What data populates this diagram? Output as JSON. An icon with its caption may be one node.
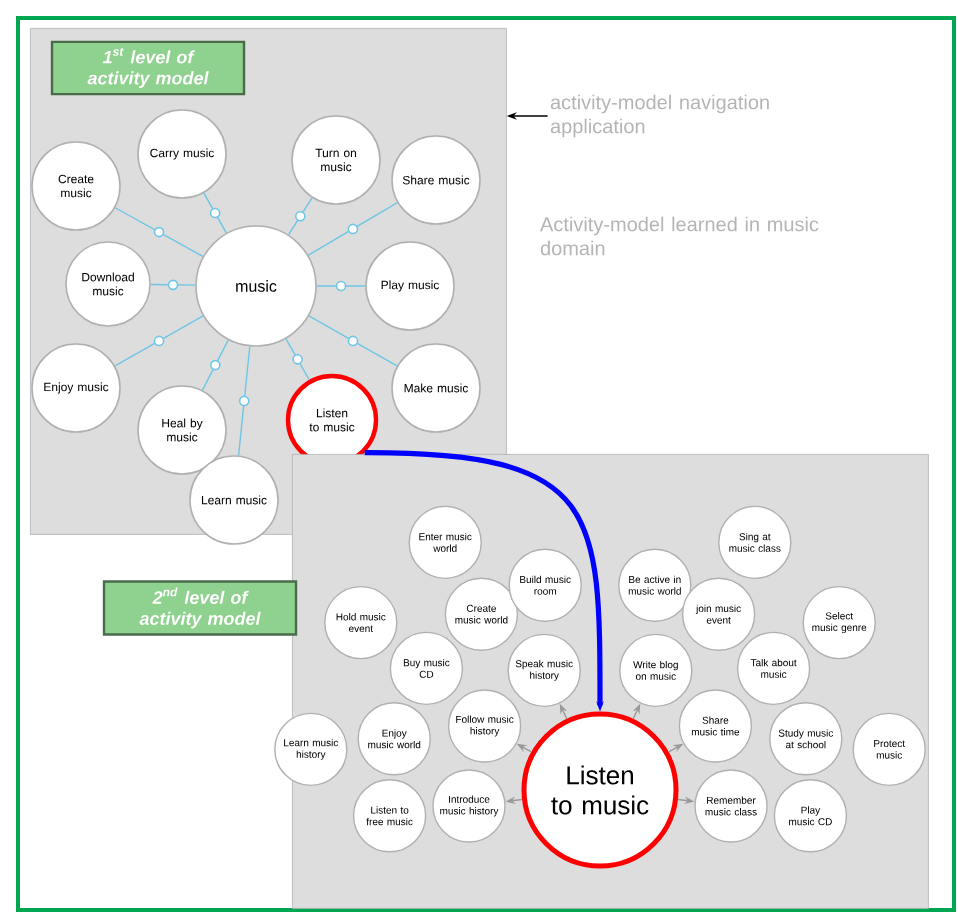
{
  "diagram": {
    "nodes": [
      {
        "text": [],
        "shape": "box"
      },
      {
        "text": [
          "1$^{st}$ level of activity model"
        ],
        "in": 0
      },
      {
        "text": [
          "activity-model navigation application"
        ]
      },
      {
        "text": [
          "music"
        ],
        "in": 0
      },
      {
        "text": [
          "Carry music"
        ],
        "in": 0
      },
      {
        "text": [
          "Turn on music"
        ],
        "in": 0
      },
      {
        "text": [
          "Create music"
        ],
        "in": 0
      },
      {
        "text": [
          "Share music"
        ],
        "in": 0
      },
      {
        "text": [
          "Download music"
        ],
        "in": 0
      },
      {
        "text": [
          "Play music"
        ],
        "in": 0
      },
      {
        "text": [
          "Enjoy music"
        ],
        "in": 0
      },
      {
        "text": [
          "Heal by music"
        ],
        "in": 0
      },
      {
        "text": [
          "Listen to music"
        ],
        "in": 0
      },
      {
        "text": [
          "Make music"
        ],
        "in": 0
      },
      {
        "text": [
          "Learn music"
        ],
        "in": 0
      },
      {
        "text": [],
        "shape": "box"
      },
      {
        "text": [
          "2$^{nd}$ level of activity model"
        ]
      },
      {
        "text": [
          "Listen to music"
        ],
        "in": 15
      },
      {
        "text": [
          "Introduce music history"
        ],
        "in": 15
      },
      {
        "text": [
          "Follow music history"
        ],
        "in": 15
      },
      {
        "text": [
          "Speak music history"
        ],
        "in": 15
      },
      {
        "text": [
          "Write blog on music"
        ],
        "in": 15
      },
      {
        "text": [
          "Share music time"
        ],
        "in": 15
      },
      {
        "text": [
          "Remember music class"
        ],
        "in": 15
      },
      {
        "text": [
          "Listen to free music"
        ],
        "in": 15
      },
      {
        "text": [
          "Enjoy music world"
        ],
        "in": 15
      },
      {
        "text": [
          "Buy music CD"
        ],
        "in": 15
      },
      {
        "text": [
          "Create music world"
        ],
        "in": 15
      },
      {
        "text": [
          "Build music room"
        ],
        "in": 15
      },
      {
        "text": [
          "Be active in music world"
        ],
        "in": 15
      },
      {
        "text": [
          "join music event"
        ],
        "in": 15
      },
      {
        "text": [
          "Talk about music"
        ],
        "in": 15
      },
      {
        "text": [
          "Study music at school"
        ],
        "in": 15
      },
      {
        "text": [
          "Play music CD"
        ],
        "in": 15
      },
      {
        "text": [
          "Learn music history"
        ],
        "in": 15
      },
      {
        "text": [
          "Hold music event"
        ],
        "in": 15
      },
      {
        "text": [
          "Enter music world"
        ],
        "in": 15
      },
      {
        "text": [
          "Sing at music class"
        ],
        "in": 15
      },
      {
        "text": [
          "Select music genre"
        ],
        "in": 15
      },
      {
        "text": [
          "Protect music"
        ],
        "in": 15
      }
    ],
    "edges": [
      {
        "from": 3,
        "to": 4,
        "arrow": "none",
        "color": "#6ec6e6"
      },
      {
        "from": 3,
        "to": 5,
        "arrow": "none",
        "color": "#6ec6e6"
      },
      {
        "from": 3,
        "to": 6,
        "arrow": "none",
        "color": "#6ec6e6"
      },
      {
        "from": 3,
        "to": 7,
        "arrow": "none",
        "color": "#6ec6e6"
      },
      {
        "from": 3,
        "to": 8,
        "arrow": "none",
        "color": "#6ec6e6"
      },
      {
        "from": 3,
        "to": 9,
        "arrow": "none",
        "color": "#6ec6e6"
      },
      {
        "from": 3,
        "to": 10,
        "arrow": "none",
        "color": "#6ec6e6"
      },
      {
        "from": 3,
        "to": 11,
        "arrow": "none",
        "color": "#6ec6e6"
      },
      {
        "from": 3,
        "to": 12,
        "arrow": "none",
        "color": "#6ec6e6"
      },
      {
        "from": 3,
        "to": 13,
        "arrow": "none",
        "color": "#6ec6e6"
      },
      {
        "from": 3,
        "to": 14,
        "arrow": "none",
        "color": "#6ec6e6"
      },
      {
        "from": 12,
        "to": 17,
        "arrow": "to",
        "style": "thick",
        "color": "#0000ff"
      },
      {
        "from": 2,
        "to": 0,
        "arrow": "to",
        "color": "#000000"
      },
      {
        "from": 17,
        "to": 18,
        "arrow": "to"
      },
      {
        "from": 17,
        "to": 19,
        "arrow": "to"
      },
      {
        "from": 17,
        "to": 20,
        "arrow": "to"
      },
      {
        "from": 17,
        "to": 21,
        "arrow": "to"
      },
      {
        "from": 17,
        "to": 22,
        "arrow": "to"
      },
      {
        "from": 17,
        "to": 23,
        "arrow": "to"
      }
    ],
    "labels": [
      "Activity-model learned in music domain"
    ]
  }
}
